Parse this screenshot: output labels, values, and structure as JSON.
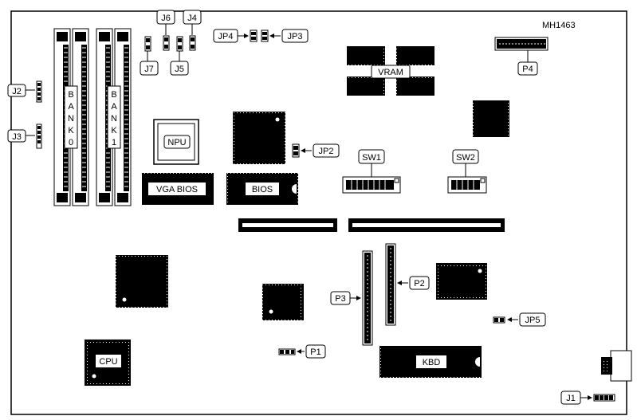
{
  "diagram": {
    "model_code": "MH1463",
    "colors": {
      "ink": "#000000",
      "paper": "#ffffff"
    },
    "jumpers": {
      "j1": "J1",
      "j2": "J2",
      "j3": "J3",
      "j4": "J4",
      "j5": "J5",
      "j6": "J6",
      "j7": "J7",
      "jp2": "JP2",
      "jp3": "JP3",
      "jp4": "JP4",
      "jp5": "JP5"
    },
    "connectors": {
      "p1": "P1",
      "p2": "P2",
      "p3": "P3",
      "p4": "P4"
    },
    "switches": {
      "sw1": "SW1",
      "sw2": "SW2"
    },
    "chips": {
      "npu": "NPU",
      "vram": "VRAM",
      "vga_bios": "VGA BIOS",
      "bios": "BIOS",
      "cpu": "CPU",
      "kbd": "KBD"
    },
    "memory_banks": {
      "bank0": [
        "B",
        "A",
        "N",
        "K",
        "0"
      ],
      "bank1": [
        "B",
        "A",
        "N",
        "K",
        "1"
      ]
    }
  }
}
